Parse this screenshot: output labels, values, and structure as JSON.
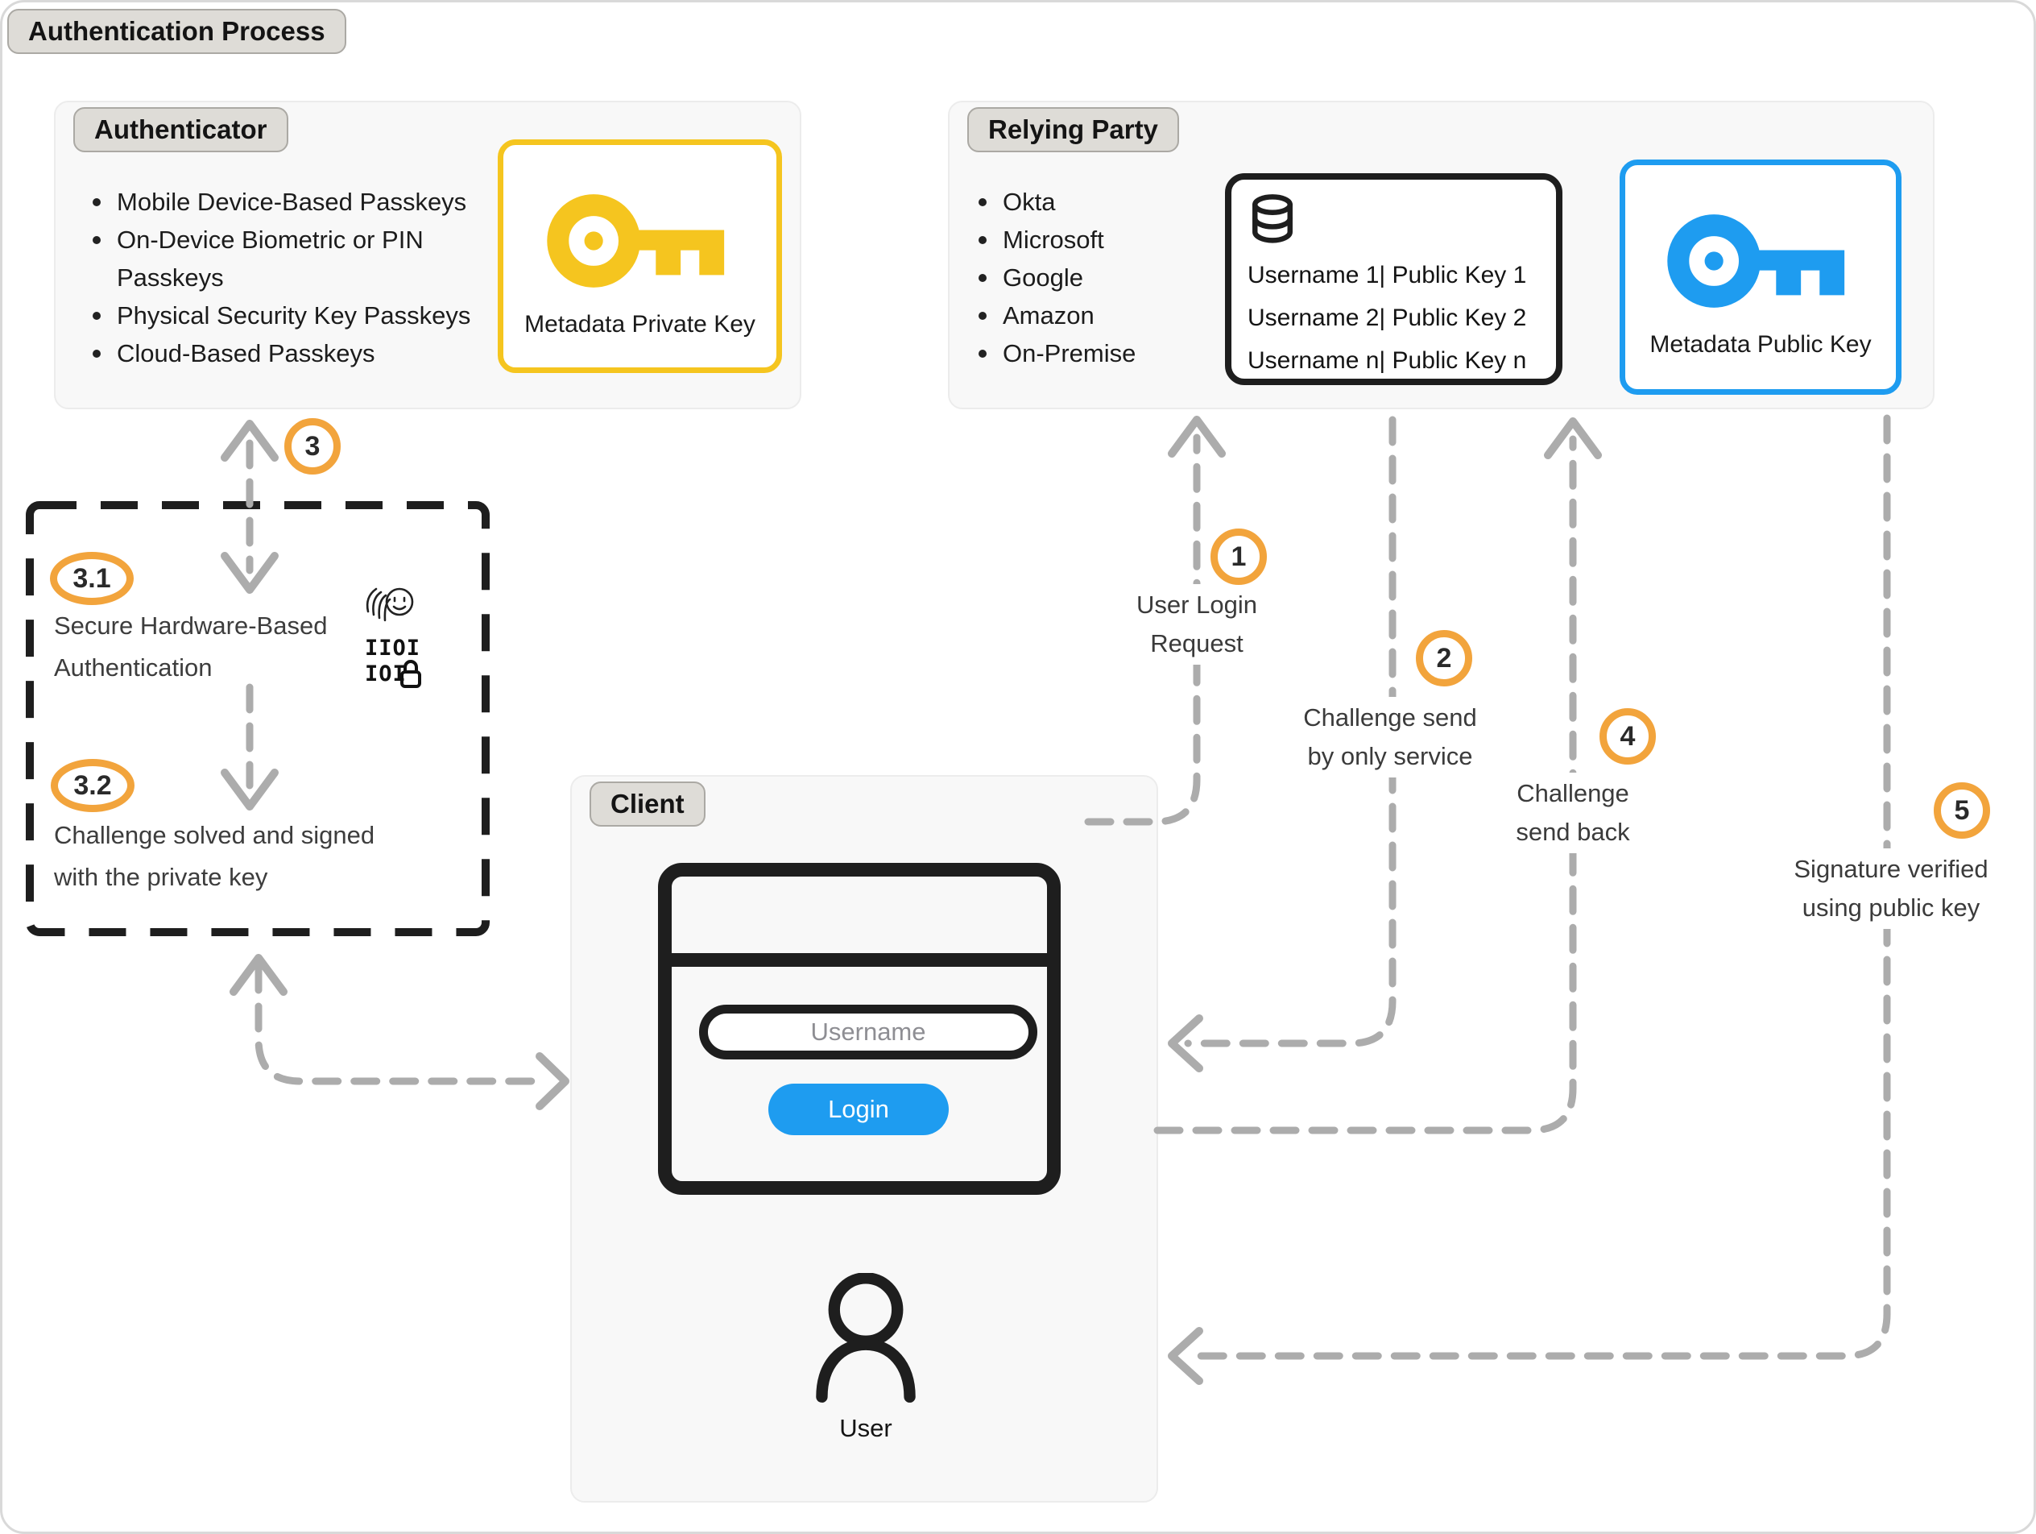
{
  "page": {
    "title": "Authentication Process"
  },
  "authenticator": {
    "label": "Authenticator",
    "items": [
      "Mobile Device-Based Passkeys",
      "On-Device Biometric or PIN Passkeys",
      "Physical Security Key Passkeys",
      "Cloud-Based Passkeys"
    ],
    "key_box_label": "Metadata Private Key"
  },
  "relying_party": {
    "label": "Relying Party",
    "items": [
      "Okta",
      "Microsoft",
      "Google",
      "Amazon",
      "On-Premise"
    ],
    "database_rows": [
      "Username 1| Public Key 1",
      "Username 2| Public Key 2",
      "Username n| Public Key n"
    ],
    "key_box_label": "Metadata Public Key"
  },
  "secure_box": {
    "step_3_1": {
      "number": "3.1",
      "text": "Secure Hardware-Based Authentication"
    },
    "step_3_2": {
      "number": "3.2",
      "text": "Challenge solved and signed with the private key"
    }
  },
  "client": {
    "label": "Client",
    "username_placeholder": "Username",
    "login_label": "Login",
    "user_label": "User"
  },
  "steps": [
    {
      "number": "1",
      "label": "User Login Request"
    },
    {
      "number": "2",
      "label": "Challenge send by only service"
    },
    {
      "number": "3",
      "label": ""
    },
    {
      "number": "4",
      "label": "Challenge send back"
    },
    {
      "number": "5",
      "label": "Signature verified using public key"
    }
  ],
  "colors": {
    "accent_orange": "#F2A43C",
    "key_yellow": "#F5C51F",
    "key_blue": "#1E9CF0",
    "arrow_gray": "#ACACAC",
    "stroke_dark": "#1E1E1E",
    "panel_bg": "#F8F8F8"
  }
}
